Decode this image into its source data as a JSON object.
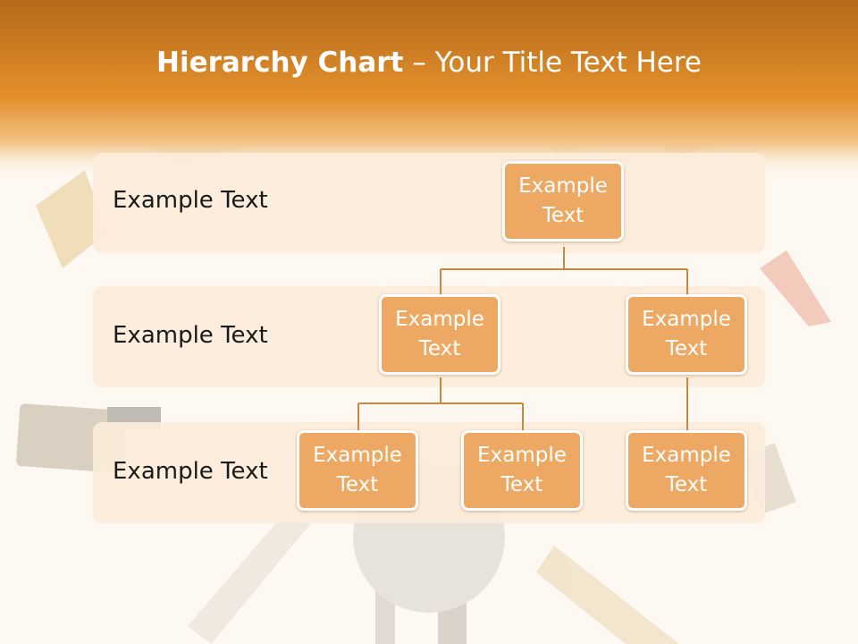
{
  "title": {
    "bold_part": "Hierarchy Chart",
    "dash": " – ",
    "rest": "Your Title Text Here"
  },
  "colors": {
    "header_orange": "#e48a1e",
    "node_fill": "#eda963",
    "node_border": "#ffffff",
    "band_fill": "#fcecda",
    "connector": "#c88a40"
  },
  "levels": [
    {
      "label": "Example Text"
    },
    {
      "label": "Example Text"
    },
    {
      "label": "Example Text"
    }
  ],
  "nodes": {
    "root": "Example Text",
    "level2_left": "Example Text",
    "level2_right": "Example Text",
    "level3_left": "Example Text",
    "level3_middle": "Example Text",
    "level3_right": "Example Text"
  }
}
